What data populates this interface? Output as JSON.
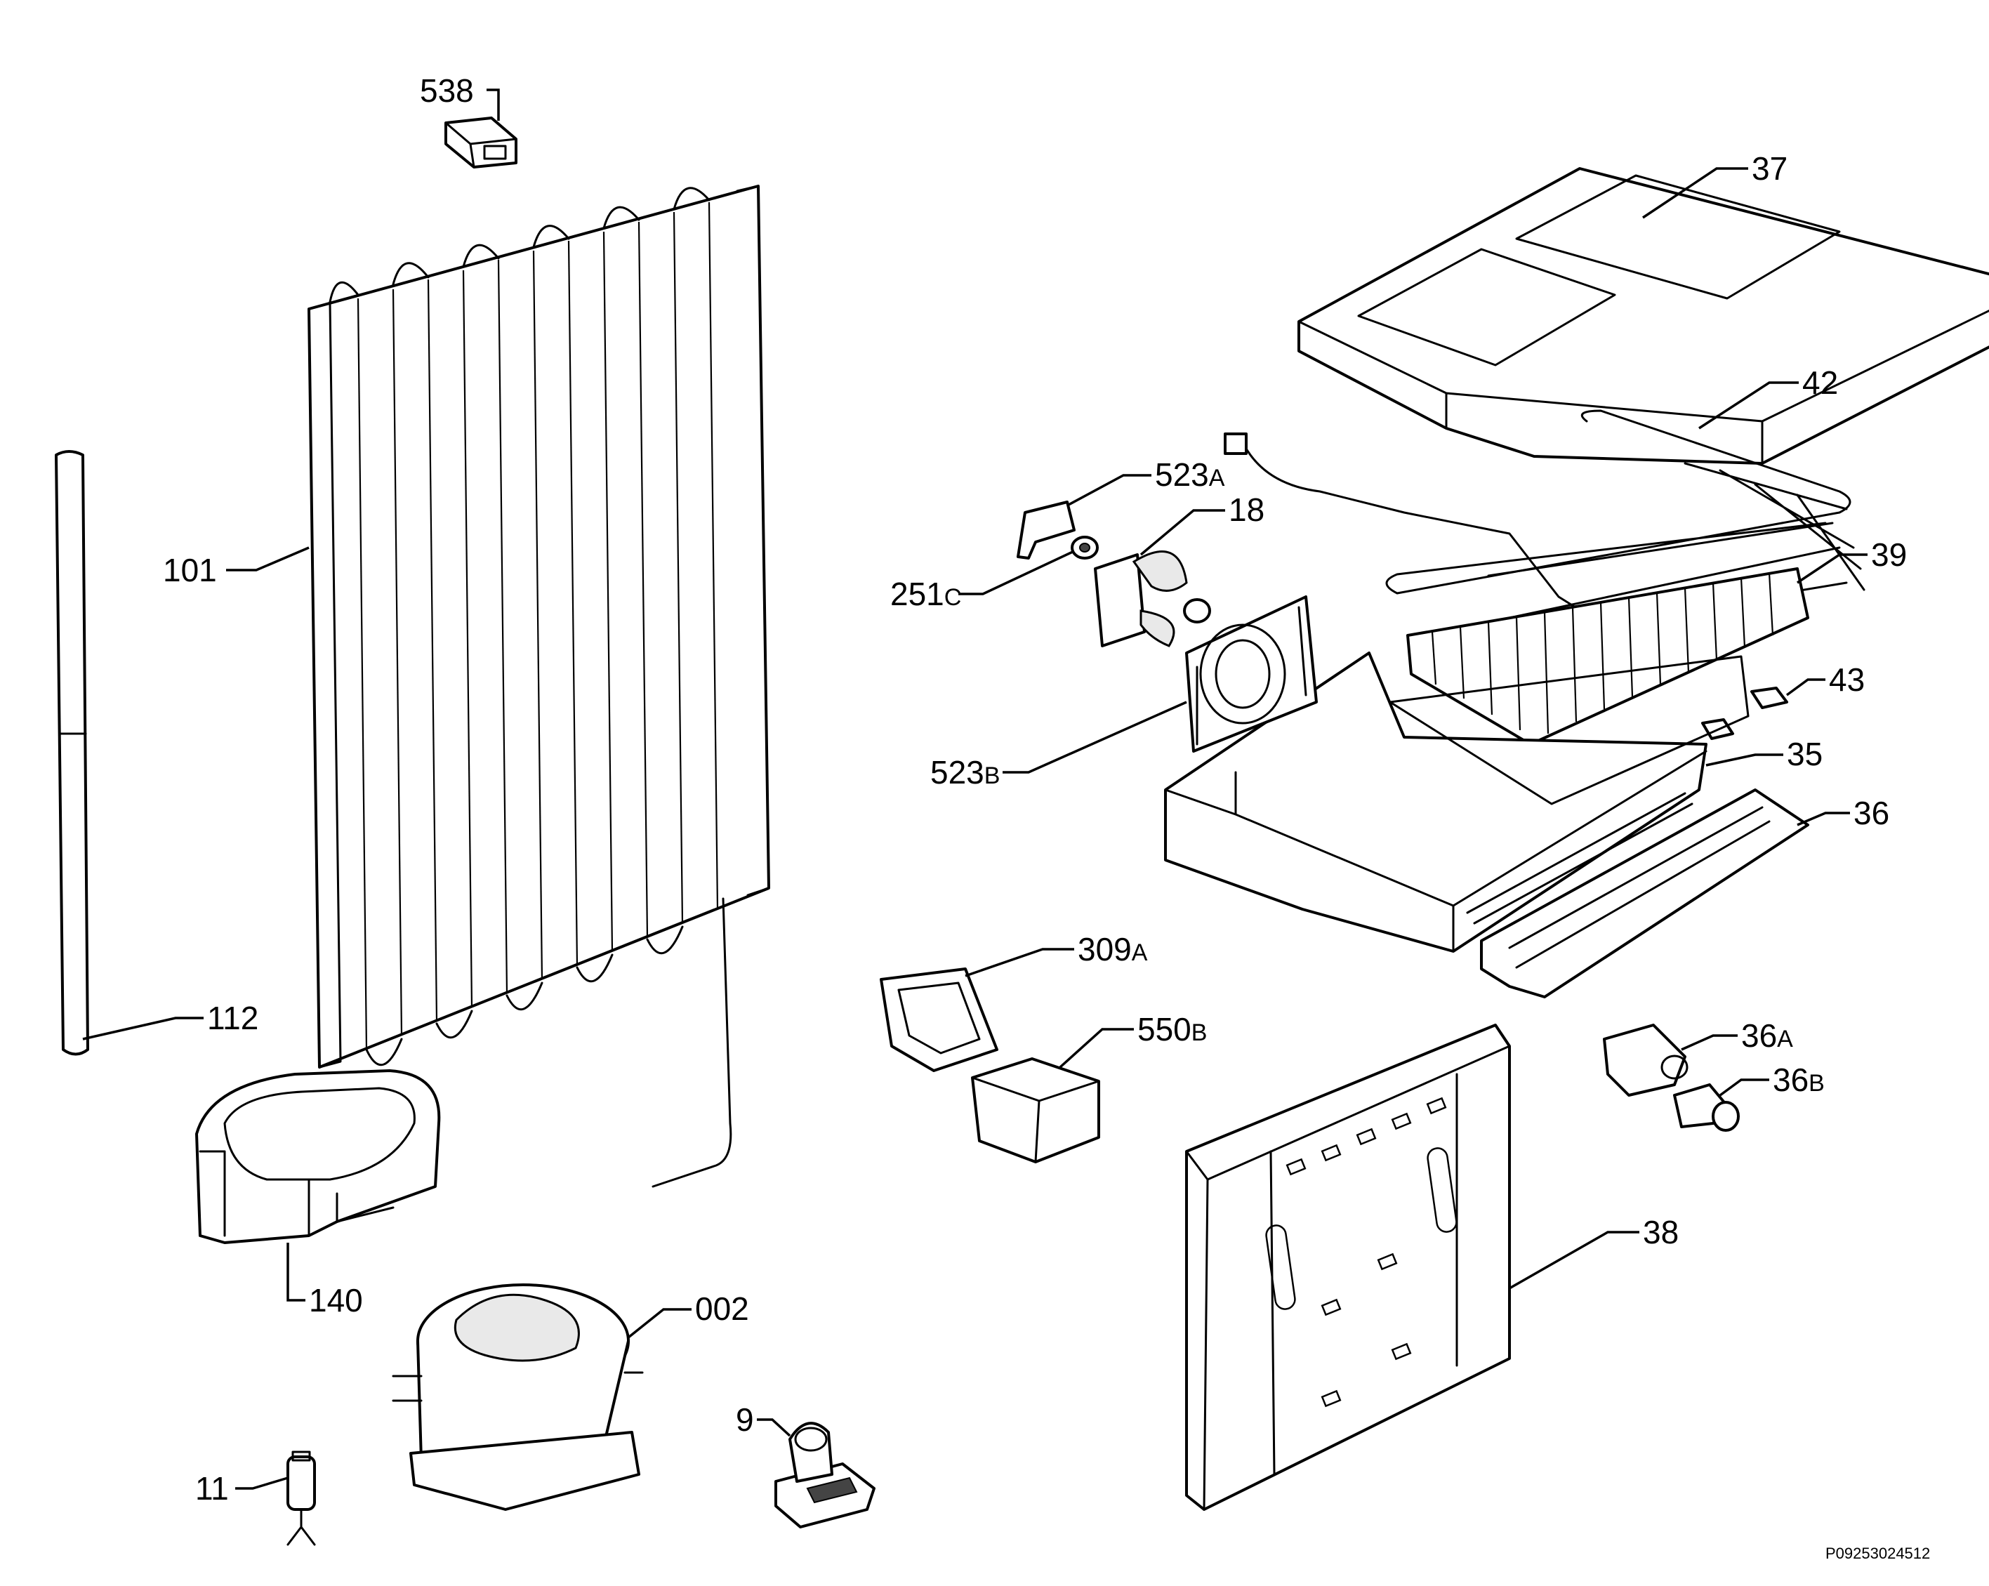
{
  "reference_code": "P09253024512",
  "callouts": [
    {
      "id": "538",
      "label": "538",
      "sub": ""
    },
    {
      "id": "101",
      "label": "101",
      "sub": ""
    },
    {
      "id": "112",
      "label": "112",
      "sub": ""
    },
    {
      "id": "140",
      "label": "140",
      "sub": ""
    },
    {
      "id": "002",
      "label": "002",
      "sub": ""
    },
    {
      "id": "11",
      "label": "11",
      "sub": ""
    },
    {
      "id": "9",
      "label": "9",
      "sub": ""
    },
    {
      "id": "37",
      "label": "37",
      "sub": ""
    },
    {
      "id": "42",
      "label": "42",
      "sub": ""
    },
    {
      "id": "523A",
      "label": "523",
      "sub": "A"
    },
    {
      "id": "18",
      "label": "18",
      "sub": ""
    },
    {
      "id": "251C",
      "label": "251",
      "sub": "C"
    },
    {
      "id": "39",
      "label": "39",
      "sub": ""
    },
    {
      "id": "43",
      "label": "43",
      "sub": ""
    },
    {
      "id": "523B",
      "label": "523",
      "sub": "B"
    },
    {
      "id": "35",
      "label": "35",
      "sub": ""
    },
    {
      "id": "36",
      "label": "36",
      "sub": ""
    },
    {
      "id": "309A",
      "label": "309",
      "sub": "A"
    },
    {
      "id": "550B",
      "label": "550",
      "sub": "B"
    },
    {
      "id": "36A",
      "label": "36",
      "sub": "A"
    },
    {
      "id": "36B",
      "label": "36",
      "sub": "B"
    },
    {
      "id": "38",
      "label": "38",
      "sub": ""
    }
  ]
}
